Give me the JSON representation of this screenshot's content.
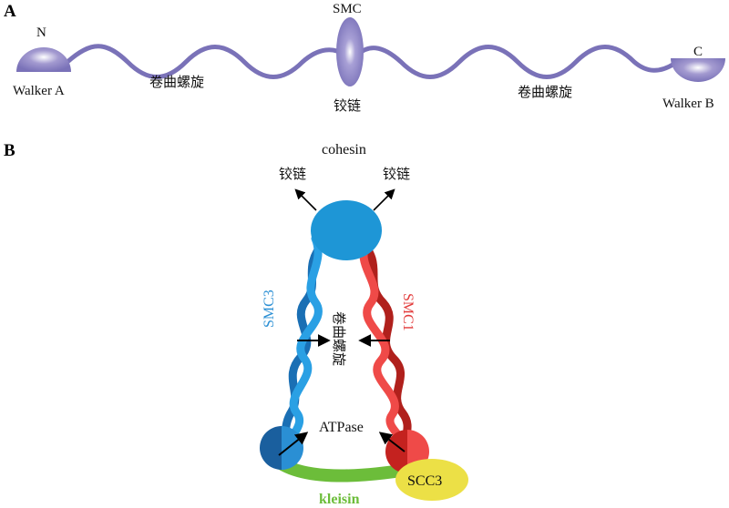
{
  "panel_a": {
    "label": "A",
    "n_terminus": "N",
    "c_terminus": "C",
    "hinge_top": "SMC",
    "walker_a": "Walker A",
    "walker_b": "Walker B",
    "coiled_coil_left": "卷曲螺旋",
    "coiled_coil_right": "卷曲螺旋",
    "hinge_label": "铰链",
    "protein_color": "#8880c0"
  },
  "panel_b": {
    "label": "B",
    "title": "cohesin",
    "hinge_left": "铰链",
    "hinge_right": "铰链",
    "smc3": "SMC3",
    "smc1": "SMC1",
    "coiled_coil": "卷曲螺旋",
    "atpase": "ATPase",
    "scc3": "SCC3",
    "kleisin": "kleisin",
    "colors": {
      "hinge": "#1e96d6",
      "smc3": "#2a8fd4",
      "smc3_dark": "#1a5f9e",
      "smc1": "#e23a3a",
      "smc1_dark": "#b0201c",
      "kleisin": "#6cbd3a",
      "scc3": "#ece046"
    }
  }
}
